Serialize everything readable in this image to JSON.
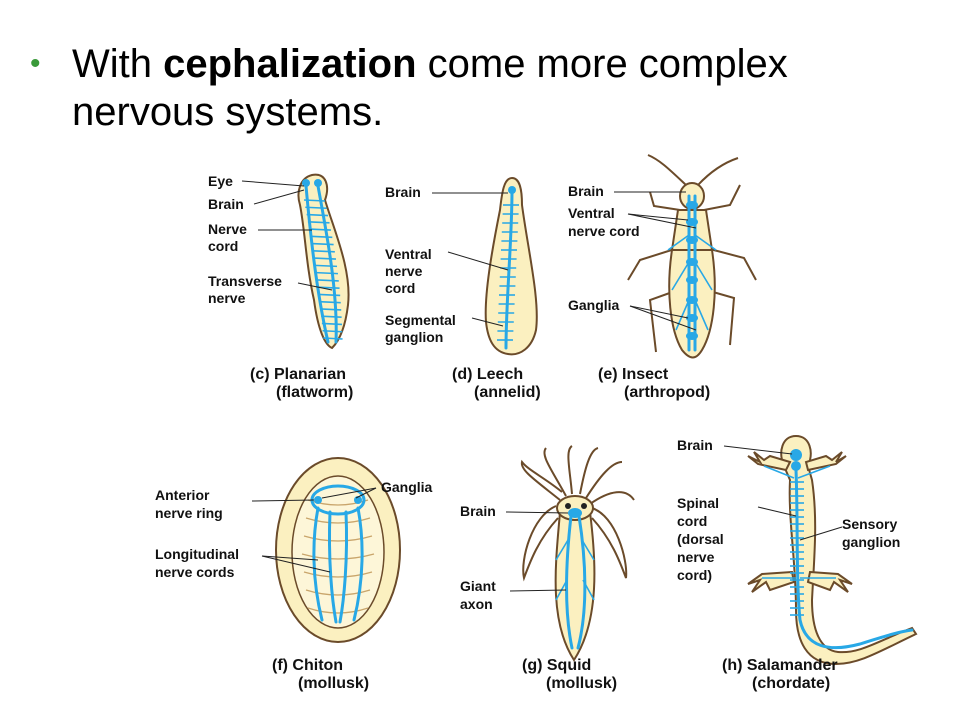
{
  "title": {
    "bullet": "•",
    "pre": "With ",
    "bold": "cephalization",
    "post": " come more complex nervous systems."
  },
  "panels": {
    "planarian": {
      "labels": {
        "eye": "Eye",
        "brain": "Brain",
        "nerve1": "Nerve",
        "nerve2": "cord",
        "trans1": "Transverse",
        "trans2": "nerve"
      },
      "caption1": "(c) Planarian",
      "caption2": "(flatworm)"
    },
    "leech": {
      "labels": {
        "brain": "Brain",
        "ventral1": "Ventral",
        "ventral2": "nerve",
        "ventral3": "cord",
        "seg1": "Segmental",
        "seg2": "ganglion"
      },
      "caption1": "(d) Leech",
      "caption2": "(annelid)"
    },
    "insect": {
      "labels": {
        "brain": "Brain",
        "ventral1": "Ventral",
        "ventral2": "nerve cord",
        "ganglia": "Ganglia"
      },
      "caption1": "(e) Insect",
      "caption2": "(arthropod)"
    },
    "chiton": {
      "labels": {
        "ant1": "Anterior",
        "ant2": "nerve ring",
        "long1": "Longitudinal",
        "long2": "nerve cords",
        "ganglia": "Ganglia"
      },
      "caption1": "(f) Chiton",
      "caption2": "(mollusk)"
    },
    "squid": {
      "labels": {
        "brain": "Brain",
        "giant1": "Giant",
        "giant2": "axon"
      },
      "caption1": "(g) Squid",
      "caption2": "(mollusk)"
    },
    "salamander": {
      "labels": {
        "brain": "Brain",
        "spinal1": "Spinal",
        "spinal2": "cord",
        "spinal3": "(dorsal",
        "spinal4": "nerve",
        "spinal5": "cord)",
        "sens1": "Sensory",
        "sens2": "ganglion"
      },
      "caption1": "(h) Salamander",
      "caption2": "(chordate)"
    }
  },
  "colors": {
    "nerve": "#28a8e6",
    "body": "#fbf0c0",
    "outline": "#6b4b2a",
    "bullet": "#3a9a3a"
  }
}
